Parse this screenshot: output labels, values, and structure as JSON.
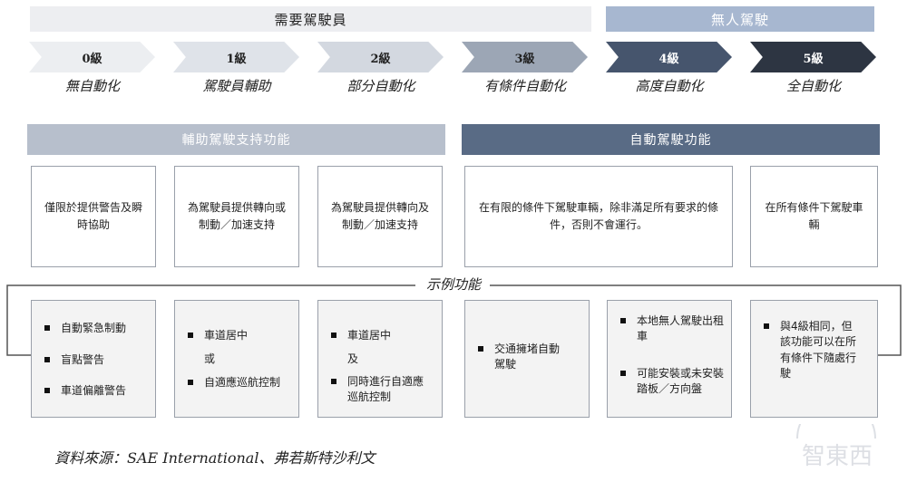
{
  "header": {
    "driver_required": "需要駕駛員",
    "driverless": "無人駕駛"
  },
  "levels": [
    {
      "level": "0級",
      "name": "無自動化"
    },
    {
      "level": "1級",
      "name": "駕駛員輔助"
    },
    {
      "level": "2級",
      "name": "部分自動化"
    },
    {
      "level": "3級",
      "name": "有條件自動化"
    },
    {
      "level": "4級",
      "name": "高度自動化"
    },
    {
      "level": "5級",
      "name": "全自動化"
    }
  ],
  "categories": {
    "assist": "輔助駕駛支持功能",
    "auto": "自動駕駛功能"
  },
  "descriptions": [
    "僅限於提供警告及瞬時協助",
    "為駕駛員提供轉向或制動／加速支持",
    "為駕駛員提供轉向及制動／加速支持",
    "在有限的條件下駕駛車輛，除非滿足所有要求的條件，否則不會運行。",
    "在所有條件下駕駛車輛"
  ],
  "examples_label": "示例功能",
  "examples": {
    "l0": [
      "自動緊急制動",
      "盲點警告",
      "車道偏離警告"
    ],
    "l1": [
      "車道居中",
      "或",
      "自適應巡航控制"
    ],
    "l2": [
      "車道居中",
      "及",
      "同時進行自適應巡航控制"
    ],
    "l3": [
      "交通擁堵自動駕駛"
    ],
    "l4": [
      "本地無人駕駛出租車",
      "可能安裝或未安裝踏板／方向盤"
    ],
    "l5": [
      "與4級相同，但該功能可以在所有條件下隨處行駛"
    ]
  },
  "source": "資料來源：SAE International、弗若斯特沙利文",
  "watermark": "智東西",
  "colors": {
    "level_fills": [
      "#eceef1",
      "#dfe3e9",
      "#d3d8e0",
      "#9ca6b5",
      "#46556d",
      "#2d3542"
    ],
    "level_text": [
      "#222222",
      "#222222",
      "#222222",
      "#222222",
      "#ffffff",
      "#ffffff"
    ]
  }
}
